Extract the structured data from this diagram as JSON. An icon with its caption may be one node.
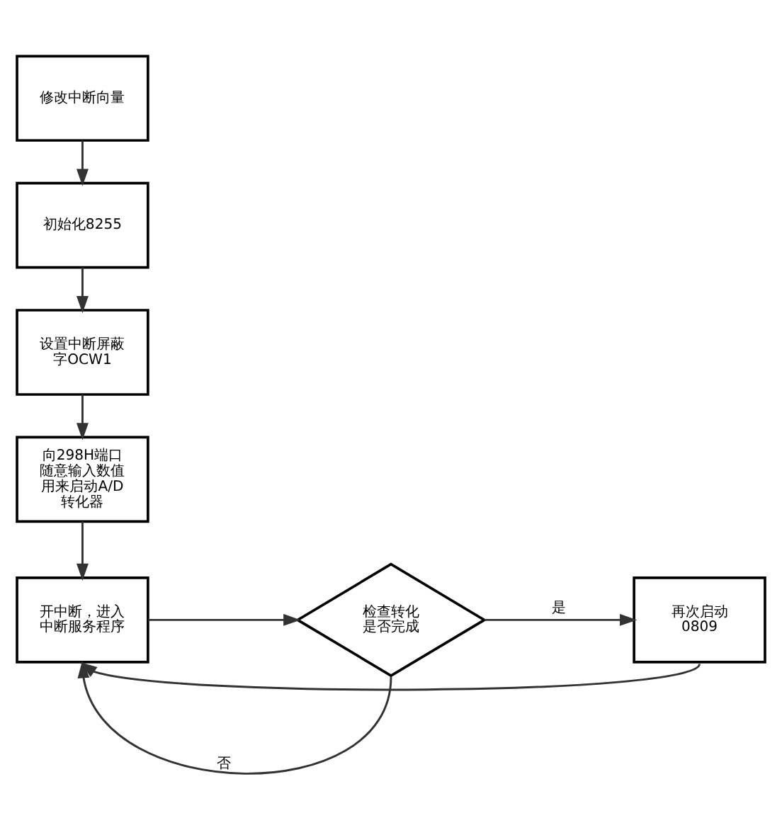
{
  "diagram": {
    "nodes": [
      {
        "text": [
          "修改中断向量"
        ]
      },
      {
        "text": [
          "初始化8255"
        ]
      },
      {
        "text": [
          "设置中断屏蔽字OCW1"
        ]
      },
      {
        "text": [
          "向298H端口随意输入数值用来启动A/D转化器"
        ]
      },
      {
        "text": [
          "开中断，进入中断服务程序"
        ]
      },
      {
        "text": [
          "检查转化是否完成"
        ]
      },
      {
        "text": [
          "再次启动0809"
        ]
      }
    ],
    "edges": [
      {
        "from": 0,
        "to": 1,
        "arrow": "to"
      },
      {
        "from": 1,
        "to": 2,
        "arrow": "to"
      },
      {
        "from": 2,
        "to": 3,
        "arrow": "to"
      },
      {
        "from": 3,
        "to": 4,
        "arrow": "to"
      },
      {
        "from": 4,
        "to": 5,
        "arrow": "to"
      },
      {
        "from": 5,
        "to": 6,
        "label": "是",
        "arrow": "to"
      },
      {
        "from": 5,
        "to": 4,
        "label": "否",
        "arrow": "to"
      },
      {
        "from": 6,
        "to": 4,
        "arrow": "to"
      }
    ]
  }
}
